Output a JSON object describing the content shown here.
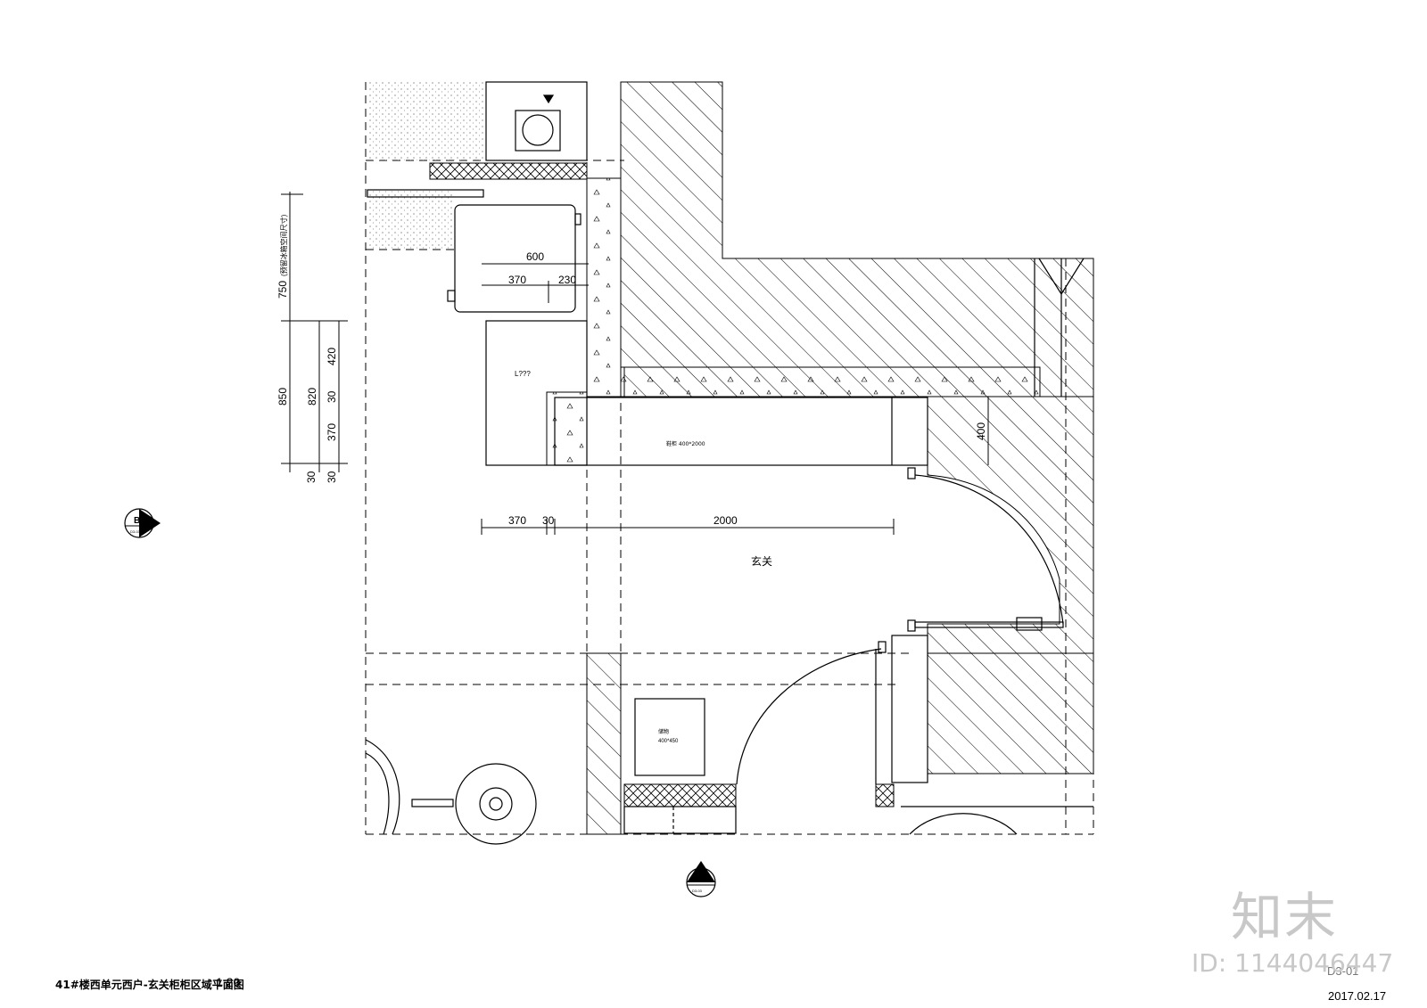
{
  "drawing": {
    "dimensions": {
      "top_600": "600",
      "top_370": "370",
      "top_230": "230",
      "left_750": "750",
      "left_750_note": "(预留冰箱空间尺寸)",
      "left_850": "850",
      "left_820": "820",
      "left_420": "420",
      "left_30_mid": "30",
      "left_370": "370",
      "left_30_a": "30",
      "left_30_b": "30",
      "right_400": "400",
      "bottom_370": "370",
      "bottom_30": "30",
      "bottom_2000": "2000"
    },
    "labels": {
      "room": "玄关",
      "cabinet_top": "L???",
      "shoe_cabinet": "鞋柜 400*2000",
      "box_name": "储物",
      "box_size": "400*450"
    },
    "markers": {
      "section_b_letter": "B",
      "section_b_sub": "D3-03",
      "section_a_letter": "A",
      "section_a_sub": "D3-03"
    }
  },
  "footer": {
    "title": "41#楼西单元西户-玄关柜柜区域平面图",
    "scale": "1:20",
    "sheet_no": "D3-01",
    "date": "2017.02.17"
  },
  "watermark": {
    "brand": "知末",
    "id": "ID: 1144046447",
    "color": "#c8c8c8"
  }
}
